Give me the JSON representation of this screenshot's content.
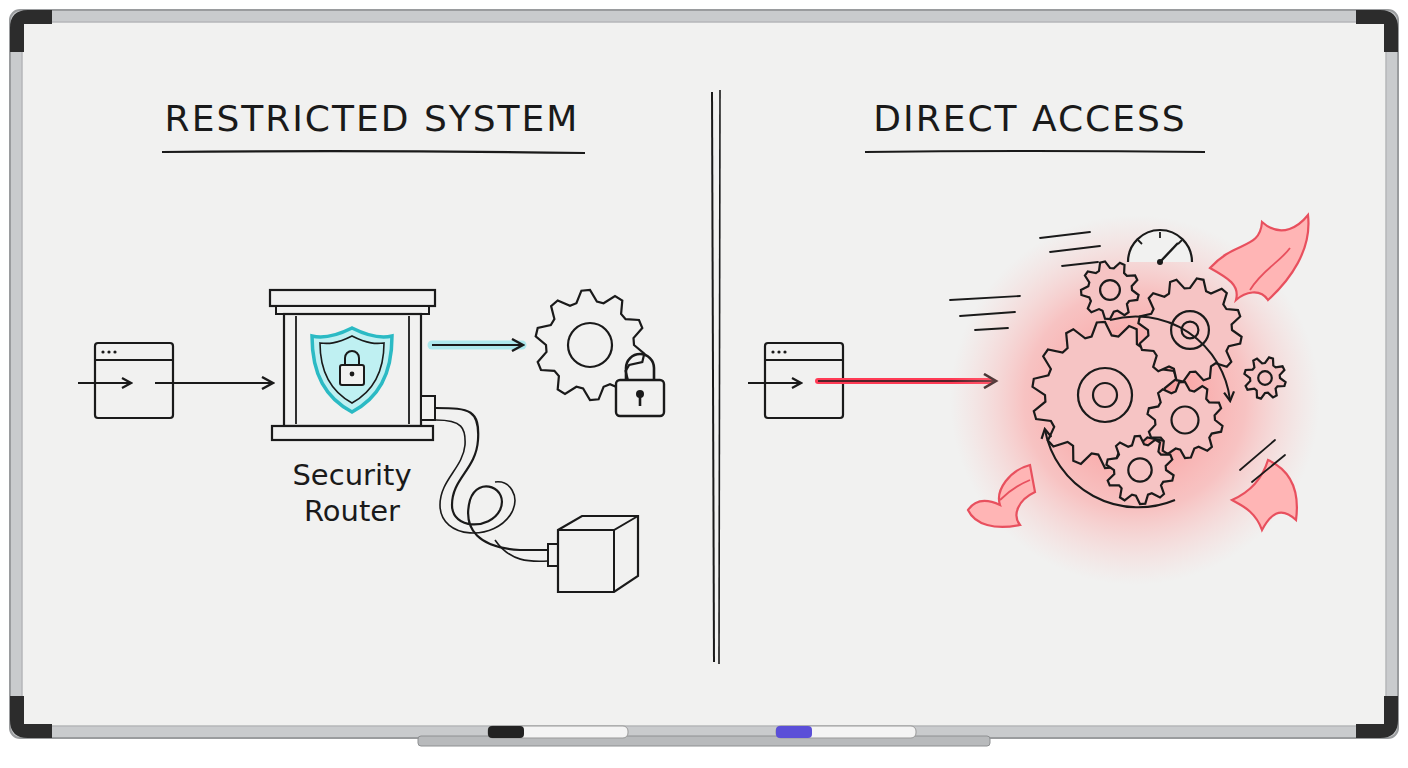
{
  "diagram": {
    "nodes": [
      {
        "text": [
          "Security Router"
        ]
      }
    ],
    "labels": [
      "RESTRICTED SYSTEM",
      "DIRECT ACCESS"
    ]
  }
}
